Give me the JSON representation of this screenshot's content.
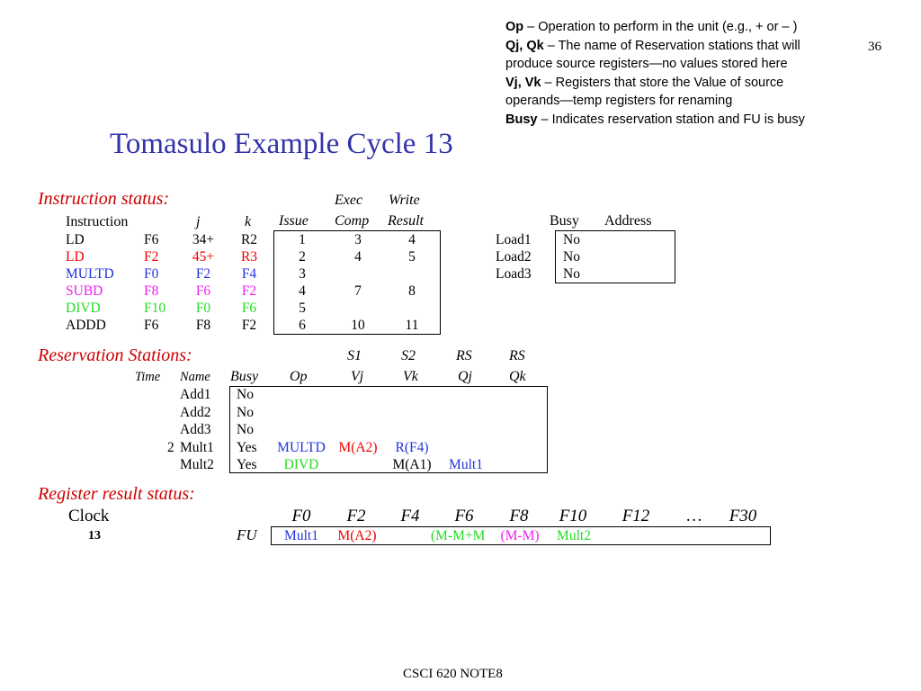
{
  "page_number": "36",
  "notes": [
    {
      "term": "Op",
      "text": " – Operation to perform in the unit (e.g., + or – )"
    },
    {
      "term": "Qj, Qk",
      "text": " – The name of Reservation stations that will"
    },
    {
      "term": "",
      "text": "produce source registers—no values stored here"
    },
    {
      "term": "Vj, Vk",
      "text": " – Registers that store the Value of source"
    },
    {
      "term": "",
      "text": "operands—temp registers for renaming"
    },
    {
      "term": "Busy",
      "text": " – Indicates reservation station and FU is busy"
    }
  ],
  "title": "Tomasulo Example Cycle 13",
  "instruction_status": {
    "section_label": "Instruction status:",
    "exec_top": "Exec",
    "write_top": "Write",
    "headers": {
      "instruction": "Instruction",
      "j": "j",
      "k": "k",
      "issue": "Issue",
      "comp": "Comp",
      "result": "Result"
    },
    "rows": [
      {
        "op": "LD",
        "dest": "F6",
        "j": "34+",
        "k": "R2",
        "issue": "1",
        "comp": "3",
        "result": "4",
        "color": "#000000"
      },
      {
        "op": "LD",
        "dest": "F2",
        "j": "45+",
        "k": "R3",
        "issue": "2",
        "comp": "4",
        "result": "5",
        "color": "#ee0000"
      },
      {
        "op": "MULTD",
        "dest": "F0",
        "j": "F2",
        "k": "F4",
        "issue": "3",
        "comp": "",
        "result": "",
        "color": "#2233dd"
      },
      {
        "op": "SUBD",
        "dest": "F8",
        "j": "F6",
        "k": "F2",
        "issue": "4",
        "comp": "7",
        "result": "8",
        "color": "#ee22ee"
      },
      {
        "op": "DIVD",
        "dest": "F10",
        "j": "F0",
        "k": "F6",
        "issue": "5",
        "comp": "",
        "result": "",
        "color": "#22dd22"
      },
      {
        "op": "ADDD",
        "dest": "F6",
        "j": "F8",
        "k": "F2",
        "issue": "6",
        "comp": "10",
        "result": "11",
        "color": "#000000"
      }
    ]
  },
  "load_buffers": {
    "headers": {
      "busy": "Busy",
      "address": "Address"
    },
    "rows": [
      {
        "name": "Load1",
        "busy": "No",
        "address": ""
      },
      {
        "name": "Load2",
        "busy": "No",
        "address": ""
      },
      {
        "name": "Load3",
        "busy": "No",
        "address": ""
      }
    ]
  },
  "reservation_stations": {
    "section_label": "Reservation Stations:",
    "top_headers": {
      "s1": "S1",
      "s2": "S2",
      "rs1": "RS",
      "rs2": "RS"
    },
    "headers": {
      "time": "Time",
      "name": "Name",
      "busy": "Busy",
      "op": "Op",
      "vj": "Vj",
      "vk": "Vk",
      "qj": "Qj",
      "qk": "Qk"
    },
    "rows": [
      {
        "time": "",
        "name": "Add1",
        "busy": "No",
        "op": "",
        "vj": "",
        "vk": "",
        "qj": "",
        "qk": ""
      },
      {
        "time": "",
        "name": "Add2",
        "busy": "No",
        "op": "",
        "vj": "",
        "vk": "",
        "qj": "",
        "qk": ""
      },
      {
        "time": "",
        "name": "Add3",
        "busy": "No",
        "op": "",
        "vj": "",
        "vk": "",
        "qj": "",
        "qk": ""
      },
      {
        "time": "2",
        "name": "Mult1",
        "busy": "Yes",
        "op": "MULTD",
        "vj": "M(A2)",
        "vk": "R(F4)",
        "qj": "",
        "qk": ""
      },
      {
        "time": "",
        "name": "Mult2",
        "busy": "Yes",
        "op": "DIVD",
        "vj": "",
        "vk": "M(A1)",
        "qj": "Mult1",
        "qk": ""
      }
    ]
  },
  "register_status": {
    "section_label": "Register result status:",
    "clock_label": "Clock",
    "clock_value": "13",
    "fu_label": "FU",
    "registers": [
      "F0",
      "F2",
      "F4",
      "F6",
      "F8",
      "F10",
      "F12",
      "…",
      "F30"
    ],
    "values": [
      "Mult1",
      "M(A2)",
      "",
      "(M-M+M",
      "(M-M)",
      "Mult2",
      "",
      "",
      ""
    ]
  },
  "footer": "CSCI 620 NOTE8",
  "colors": {
    "title": "#3333aa",
    "section": "#cc0000",
    "red": "#ee0000",
    "blue": "#2233dd",
    "magenta": "#ee22ee",
    "green": "#22dd22"
  }
}
